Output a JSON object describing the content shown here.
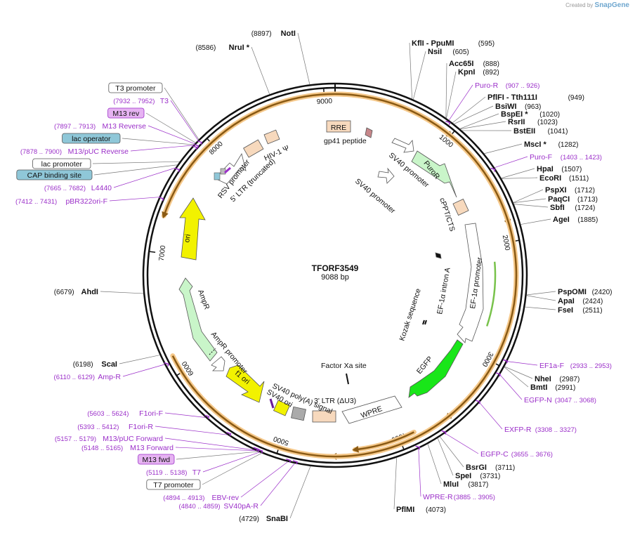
{
  "header": {
    "created_by": "Created by",
    "brand": "SnapGene"
  },
  "plasmid": {
    "name": "TFORF3549",
    "length_label": "9088 bp",
    "length": 9088
  },
  "ticks": [
    {
      "bp": 1000,
      "label": "1000"
    },
    {
      "bp": 2000,
      "label": "2000"
    },
    {
      "bp": 3000,
      "label": "3000"
    },
    {
      "bp": 4000,
      "label": "4000"
    },
    {
      "bp": 5000,
      "label": "5000"
    },
    {
      "bp": 6000,
      "label": "6000"
    },
    {
      "bp": 7000,
      "label": "7000"
    },
    {
      "bp": 8000,
      "label": "8000"
    },
    {
      "bp": 9000,
      "label": "9000"
    }
  ],
  "right_sites": [
    {
      "name": "KflI  - PpuMI",
      "pos": "(595)",
      "bp": 595
    },
    {
      "name": "NsiI",
      "pos": "(605)",
      "bp": 605
    },
    {
      "name": "Acc65I",
      "pos": "(888)",
      "bp": 888
    },
    {
      "name": "KpnI",
      "pos": "(892)",
      "bp": 892
    },
    {
      "name": "Puro-R",
      "pos": "(907 .. 926)",
      "bp": 916,
      "primer": true
    },
    {
      "name": "PflFI  - Tth111I",
      "pos": "(949)",
      "bp": 949
    },
    {
      "name": "BsiWI",
      "pos": "(963)",
      "bp": 963
    },
    {
      "name": "BspEI *",
      "pos": "(1020)",
      "bp": 1020
    },
    {
      "name": "RsrII",
      "pos": "(1023)",
      "bp": 1023
    },
    {
      "name": "BstEII",
      "pos": "(1041)",
      "bp": 1041
    },
    {
      "name": "MscI *",
      "pos": "(1282)",
      "bp": 1282
    },
    {
      "name": "Puro-F",
      "pos": "(1403 .. 1423)",
      "bp": 1413,
      "primer": true
    },
    {
      "name": "HpaI",
      "pos": "(1507)",
      "bp": 1507
    },
    {
      "name": "EcoRI",
      "pos": "(1511)",
      "bp": 1511
    },
    {
      "name": "PspXI",
      "pos": "(1712)",
      "bp": 1712
    },
    {
      "name": "PaqCI",
      "pos": "(1713)",
      "bp": 1713
    },
    {
      "name": "SbfI",
      "pos": "(1724)",
      "bp": 1724
    },
    {
      "name": "AgeI",
      "pos": "(1885)",
      "bp": 1885
    },
    {
      "name": "PspOMI",
      "pos": "(2420)",
      "bp": 2420
    },
    {
      "name": "ApaI",
      "pos": "(2424)",
      "bp": 2424
    },
    {
      "name": "FseI",
      "pos": "(2511)",
      "bp": 2511
    },
    {
      "name": "EF1a-F",
      "pos": "(2933 .. 2953)",
      "bp": 2943,
      "primer": true
    },
    {
      "name": "NheI",
      "pos": "(2987)",
      "bp": 2987
    },
    {
      "name": "BmtI",
      "pos": "(2991)",
      "bp": 2991
    },
    {
      "name": "EGFP-N",
      "pos": "(3047 .. 3068)",
      "bp": 3057,
      "primer": true
    },
    {
      "name": "EXFP-R",
      "pos": "(3308 .. 3327)",
      "bp": 3317,
      "primer": true
    },
    {
      "name": "EGFP-C",
      "pos": "(3655 .. 3676)",
      "bp": 3665,
      "primer": true
    },
    {
      "name": "BsrGI",
      "pos": "(3711)",
      "bp": 3711
    },
    {
      "name": "SpeI",
      "pos": "(3731)",
      "bp": 3731
    },
    {
      "name": "MluI",
      "pos": "(3817)",
      "bp": 3817
    },
    {
      "name": "WPRE-R",
      "pos": "(3885 .. 3905)",
      "bp": 3895,
      "primer": true
    },
    {
      "name": "PflMI",
      "pos": "(4073)",
      "bp": 4073
    }
  ],
  "left_sites": [
    {
      "name": "SnaBI",
      "pos": "(4729)",
      "bp": 4729
    },
    {
      "name": "SV40pA-R",
      "pos": "(4840 .. 4859)",
      "bp": 4850,
      "primer": true
    },
    {
      "name": "EBV-rev",
      "pos": "(4894 .. 4913)",
      "bp": 4903,
      "primer": true
    },
    {
      "name": "T7 promoter",
      "pos": "",
      "bp": 5110,
      "box": "promoter"
    },
    {
      "name": "T7",
      "pos": "(5119 .. 5138)",
      "bp": 5128,
      "primer": true
    },
    {
      "name": "M13 fwd",
      "pos": "",
      "bp": 5140,
      "box": "m13"
    },
    {
      "name": "M13 Forward",
      "pos": "(5148 .. 5165)",
      "bp": 5156,
      "primer": true
    },
    {
      "name": "M13/pUC Forward",
      "pos": "(5157 .. 5179)",
      "bp": 5168,
      "primer": true
    },
    {
      "name": "F1ori-R",
      "pos": "(5393 .. 5412)",
      "bp": 5402,
      "primer": true
    },
    {
      "name": "F1ori-F",
      "pos": "(5603 .. 5624)",
      "bp": 5613,
      "primer": true
    },
    {
      "name": "Amp-R",
      "pos": "(6110 .. 6129)",
      "bp": 6119,
      "primer": true
    },
    {
      "name": "ScaI",
      "pos": "(6198)",
      "bp": 6198
    },
    {
      "name": "AhdI",
      "pos": "(6679)",
      "bp": 6679
    },
    {
      "name": "pBR322ori-F",
      "pos": "(7412 .. 7431)",
      "bp": 7421,
      "primer": true
    },
    {
      "name": "L4440",
      "pos": "(7665 .. 7682)",
      "bp": 7673,
      "primer": true
    },
    {
      "name": "CAP binding site",
      "pos": "",
      "bp": 7700,
      "box": "cap"
    },
    {
      "name": "lac promoter",
      "pos": "",
      "bp": 7730,
      "box": "promoter"
    },
    {
      "name": "M13/pUC Reverse",
      "pos": "(7878 .. 7900)",
      "bp": 7889,
      "primer": true
    },
    {
      "name": "lac operator",
      "pos": "",
      "bp": 7895,
      "box": "cap"
    },
    {
      "name": "M13 Reverse",
      "pos": "(7897 .. 7913)",
      "bp": 7905,
      "primer": true
    },
    {
      "name": "M13 rev",
      "pos": "",
      "bp": 7915,
      "box": "m13"
    },
    {
      "name": "T3",
      "pos": "(7932 .. 7952)",
      "bp": 7942,
      "primer": true
    },
    {
      "name": "T3 promoter",
      "pos": "",
      "bp": 7950,
      "box": "promoter"
    },
    {
      "name": "NruI *",
      "pos": "(8586)",
      "bp": 8586
    },
    {
      "name": "NotI",
      "pos": "(8897)",
      "bp": 8897
    }
  ],
  "features": [
    {
      "name": "RRE",
      "kind": "box",
      "color": "#f7d9bd"
    },
    {
      "name": "gp41 peptide",
      "kind": "label"
    },
    {
      "name": "SV40 promoter",
      "kind": "arrow"
    },
    {
      "name": "SV40 promoter",
      "kind": "arrow"
    },
    {
      "name": "PuroR",
      "kind": "cds",
      "color": "#c9f5c9"
    },
    {
      "name": "cPPT/CTS",
      "kind": "box",
      "color": "#f7d9bd"
    },
    {
      "name": "EF-1α promoter",
      "kind": "arrow"
    },
    {
      "name": "EF-1α intron A",
      "kind": "arrow"
    },
    {
      "name": "Kozak sequence",
      "kind": "label"
    },
    {
      "name": "EGFP",
      "kind": "cds",
      "color": "#19e619"
    },
    {
      "name": "Factor Xa site",
      "kind": "label"
    },
    {
      "name": "WPRE",
      "kind": "box"
    },
    {
      "name": "3' LTR (ΔU3)",
      "kind": "box",
      "color": "#f7d9bd"
    },
    {
      "name": "SV40 poly(A) signal",
      "kind": "box",
      "color": "#aaaaaa"
    },
    {
      "name": "SV40 ori",
      "kind": "box",
      "color": "#f2f200"
    },
    {
      "name": "f1 ori",
      "kind": "arrow",
      "color": "#f2f200"
    },
    {
      "name": "AmpR promoter",
      "kind": "arrow"
    },
    {
      "name": "AmpR",
      "kind": "cds",
      "color": "#c9f5c9"
    },
    {
      "name": "ori",
      "kind": "arrow",
      "color": "#f2f200"
    },
    {
      "name": "RSV promoter",
      "kind": "arrow"
    },
    {
      "name": "5' LTR (truncated)",
      "kind": "box",
      "color": "#f7d9bd"
    },
    {
      "name": "HIV-1 Ψ",
      "kind": "box",
      "color": "#f7d9bd"
    }
  ],
  "colors": {
    "primer": "#9b2fc9",
    "orf": "#e8a33d",
    "cds_green": "#19e619",
    "yellow": "#f2f200",
    "light_green": "#c9f5c9",
    "peach": "#f7d9bd",
    "cap_blue": "#8fc7d8",
    "m13_purple": "#e6b3f2"
  }
}
